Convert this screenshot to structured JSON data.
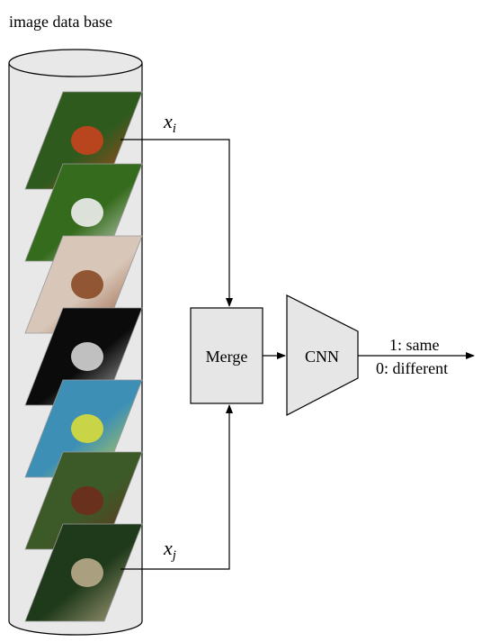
{
  "title": "image data base",
  "input_labels": {
    "xi": {
      "base": "x",
      "sub": "i"
    },
    "xj": {
      "base": "x",
      "sub": "j"
    }
  },
  "merge_label": "Merge",
  "cnn_label": "CNN",
  "outputs": {
    "same": "1: same",
    "different": "0: different"
  },
  "images": [
    {
      "name": "soccer-ball-image",
      "colors": [
        "#2f5a1e",
        "#c8431d"
      ]
    },
    {
      "name": "baseball-image",
      "colors": [
        "#356b1c",
        "#eeeeee"
      ]
    },
    {
      "name": "basketball-hoop-image",
      "colors": [
        "#d8c6b8",
        "#8a4a26"
      ]
    },
    {
      "name": "golf-ball-image",
      "colors": [
        "#0b0b0b",
        "#d4d4d4"
      ]
    },
    {
      "name": "tennis-ball-image",
      "colors": [
        "#3d8fb5",
        "#d8dc3a"
      ]
    },
    {
      "name": "american-football-image",
      "colors": [
        "#3c5a28",
        "#6e2c1c"
      ]
    },
    {
      "name": "rugby-ball-stadium-image",
      "colors": [
        "#1f3a1a",
        "#b9ab8a"
      ]
    }
  ],
  "colors": {
    "box_fill": "#e6e6e6",
    "stroke": "#000000"
  }
}
